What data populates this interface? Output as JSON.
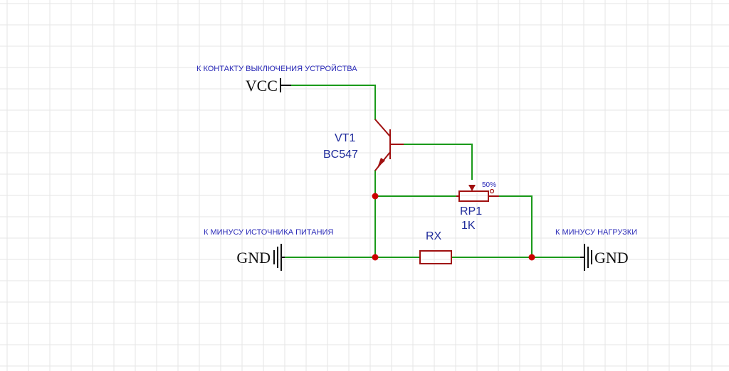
{
  "notes": {
    "top": "К КОНТАКТУ ВЫКЛЮЧЕНИЯ УСТРОЙСТВА",
    "left": "К МИНУСУ ИСТОЧНИКА ПИТАНИЯ",
    "right": "К МИНУСУ НАГРУЗКИ"
  },
  "power": {
    "vcc": "VCC",
    "gnd_left": "GND",
    "gnd_right": "GND"
  },
  "transistor": {
    "ref": "VT1",
    "value": "BC547"
  },
  "potentiometer": {
    "ref": "RP1",
    "value": "1K",
    "wiper": "50%"
  },
  "resistor": {
    "ref": "RX"
  },
  "colors": {
    "wire": "#1a9a1a",
    "component": "#a01010",
    "label": "#1e2a9a",
    "junction": "#cc0000"
  }
}
